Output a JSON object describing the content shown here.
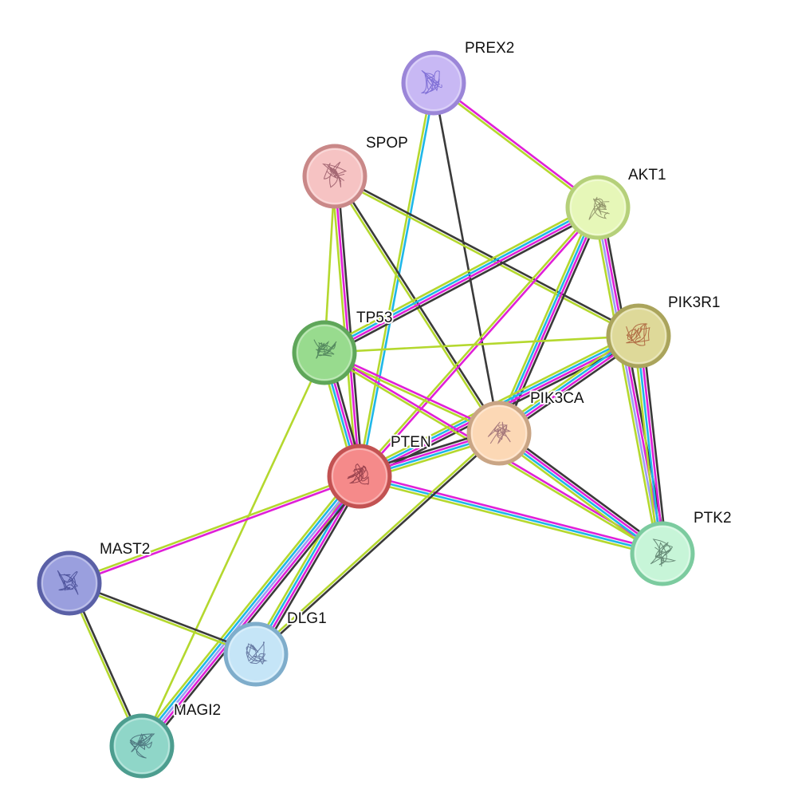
{
  "network": {
    "nodes": [
      {
        "id": "PREX2",
        "label": "PREX2",
        "fill": "#c8b8f4",
        "border": "#9b86d8",
        "glyph": "#6a5acd"
      },
      {
        "id": "SPOP",
        "label": "SPOP",
        "fill": "#f6c3c3",
        "border": "#c98888",
        "glyph": "#8a4a5a"
      },
      {
        "id": "AKT1",
        "label": "AKT1",
        "fill": "#e6f7b8",
        "border": "#b5d07a",
        "glyph": "#7a7a55"
      },
      {
        "id": "PIK3R1",
        "label": "PIK3R1",
        "fill": "#ded999",
        "border": "#aaa45c",
        "glyph": "#a24a2a"
      },
      {
        "id": "TP53",
        "label": "TP53",
        "fill": "#98db8e",
        "border": "#5fa65a",
        "glyph": "#3f6f4f"
      },
      {
        "id": "PIK3CA",
        "label": "PIK3CA",
        "fill": "#fcd8b5",
        "border": "#c9a585",
        "glyph": "#8a5a6a"
      },
      {
        "id": "PTEN",
        "label": "PTEN",
        "fill": "#f58a8a",
        "border": "#c25252",
        "glyph": "#7a2a3a"
      },
      {
        "id": "PTK2",
        "label": "PTK2",
        "fill": "#c7f5d8",
        "border": "#7ccb9f",
        "glyph": "#4a6a5a"
      },
      {
        "id": "MAST2",
        "label": "MAST2",
        "fill": "#9a9fde",
        "border": "#5a60a6",
        "glyph": "#3a3f8a"
      },
      {
        "id": "DLG1",
        "label": "DLG1",
        "fill": "#c5e5f7",
        "border": "#7fadcb",
        "glyph": "#4a5a8a"
      },
      {
        "id": "MAGI2",
        "label": "MAGI2",
        "fill": "#8fd6c8",
        "border": "#4d9d8f",
        "glyph": "#3a5a6a"
      }
    ],
    "edge_colors": {
      "black": "#3a3a3a",
      "magenta": "#e020d8",
      "cyan": "#1fb7e8",
      "yellowgreen": "#b4d82e",
      "lavender": "#9a9ef5"
    },
    "edges": [
      {
        "a": "PREX2",
        "b": "PTEN",
        "types": [
          "cyan",
          "yellowgreen"
        ]
      },
      {
        "a": "PREX2",
        "b": "PIK3CA",
        "types": [
          "black"
        ]
      },
      {
        "a": "PREX2",
        "b": "AKT1",
        "types": [
          "magenta",
          "yellowgreen"
        ]
      },
      {
        "a": "SPOP",
        "b": "TP53",
        "types": [
          "yellowgreen"
        ]
      },
      {
        "a": "SPOP",
        "b": "PTEN",
        "types": [
          "black",
          "magenta",
          "yellowgreen"
        ]
      },
      {
        "a": "SPOP",
        "b": "PIK3CA",
        "types": [
          "black",
          "yellowgreen"
        ]
      },
      {
        "a": "SPOP",
        "b": "PIK3R1",
        "types": [
          "black",
          "yellowgreen"
        ]
      },
      {
        "a": "AKT1",
        "b": "TP53",
        "types": [
          "black",
          "magenta",
          "cyan",
          "yellowgreen"
        ]
      },
      {
        "a": "AKT1",
        "b": "PTEN",
        "types": [
          "magenta",
          "yellowgreen"
        ]
      },
      {
        "a": "AKT1",
        "b": "PIK3CA",
        "types": [
          "black",
          "magenta",
          "cyan",
          "yellowgreen"
        ]
      },
      {
        "a": "AKT1",
        "b": "PTK2",
        "types": [
          "black",
          "magenta",
          "lavender",
          "yellowgreen"
        ]
      },
      {
        "a": "PIK3R1",
        "b": "TP53",
        "types": [
          "yellowgreen"
        ]
      },
      {
        "a": "PIK3R1",
        "b": "PTEN",
        "types": [
          "black",
          "magenta",
          "cyan",
          "yellowgreen"
        ]
      },
      {
        "a": "PIK3R1",
        "b": "PIK3CA",
        "types": [
          "black",
          "magenta",
          "cyan",
          "yellowgreen"
        ]
      },
      {
        "a": "PIK3R1",
        "b": "PTK2",
        "types": [
          "black",
          "magenta",
          "cyan",
          "yellowgreen"
        ]
      },
      {
        "a": "TP53",
        "b": "PTEN",
        "types": [
          "black",
          "magenta",
          "cyan",
          "yellowgreen"
        ]
      },
      {
        "a": "TP53",
        "b": "PIK3CA",
        "types": [
          "magenta",
          "yellowgreen"
        ]
      },
      {
        "a": "TP53",
        "b": "PTK2",
        "types": [
          "magenta",
          "yellowgreen"
        ]
      },
      {
        "a": "TP53",
        "b": "MAGI2",
        "types": [
          "yellowgreen"
        ]
      },
      {
        "a": "PTEN",
        "b": "PIK3CA",
        "types": [
          "black",
          "magenta",
          "cyan",
          "yellowgreen"
        ]
      },
      {
        "a": "PTEN",
        "b": "PTK2",
        "types": [
          "magenta",
          "cyan",
          "yellowgreen"
        ]
      },
      {
        "a": "PTEN",
        "b": "MAST2",
        "types": [
          "magenta",
          "yellowgreen"
        ]
      },
      {
        "a": "PTEN",
        "b": "DLG1",
        "types": [
          "black",
          "magenta",
          "cyan",
          "yellowgreen"
        ]
      },
      {
        "a": "PTEN",
        "b": "MAGI2",
        "types": [
          "black",
          "magenta",
          "lavender",
          "cyan",
          "yellowgreen"
        ]
      },
      {
        "a": "PIK3CA",
        "b": "PTK2",
        "types": [
          "black",
          "magenta",
          "cyan",
          "yellowgreen"
        ]
      },
      {
        "a": "PIK3CA",
        "b": "DLG1",
        "types": [
          "black",
          "yellowgreen"
        ]
      },
      {
        "a": "MAST2",
        "b": "DLG1",
        "types": [
          "black",
          "yellowgreen"
        ]
      },
      {
        "a": "MAST2",
        "b": "MAGI2",
        "types": [
          "black",
          "yellowgreen"
        ]
      }
    ]
  }
}
